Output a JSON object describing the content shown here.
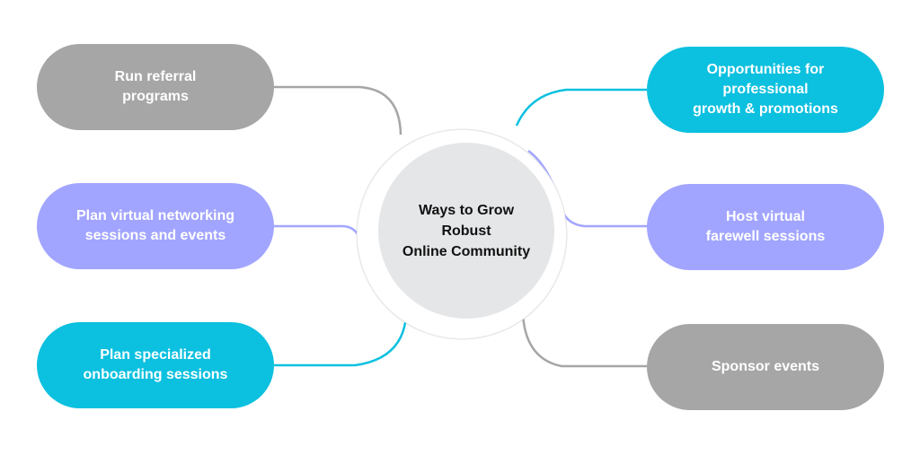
{
  "center": {
    "title": "Ways to Grow\nRobust\nOnline Community"
  },
  "colors": {
    "gray": "#a6a6a6",
    "lavender": "#a2a5ff",
    "cyan": "#0cc0df",
    "center_fill": "#e5e6e8"
  },
  "nodes": [
    {
      "label": "Run referral\nprograms",
      "color": "gray"
    },
    {
      "label": "Plan virtual networking\nsessions and events",
      "color": "lavender"
    },
    {
      "label": "Plan specialized\nonboarding sessions",
      "color": "cyan"
    },
    {
      "label": "Opportunities for\nprofessional\ngrowth & promotions",
      "color": "cyan"
    },
    {
      "label": "Host virtual\nfarewell sessions",
      "color": "lavender"
    },
    {
      "label": "Sponsor events",
      "color": "gray"
    }
  ]
}
